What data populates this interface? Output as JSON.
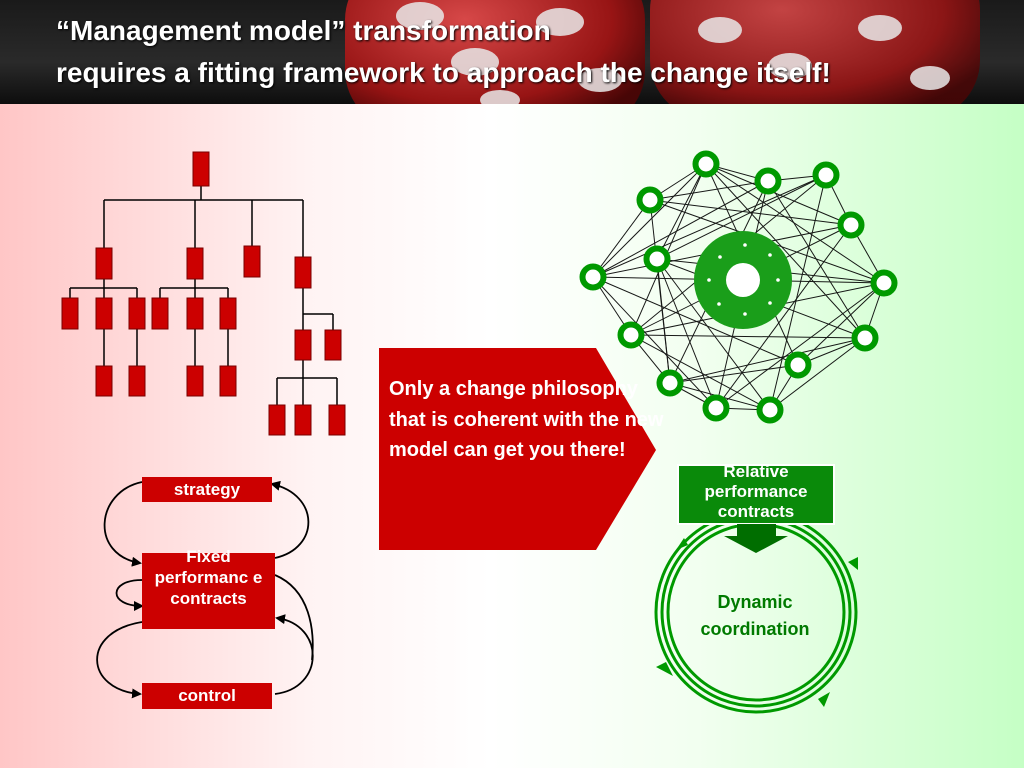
{
  "title": {
    "line1": "“Management model” transformation",
    "line2": "requires a fitting framework to approach the change itself!"
  },
  "callout": {
    "text": "Only a change philosophy that is coherent with the new model can get you there!"
  },
  "left_cycle": {
    "strategy": "strategy",
    "fixed": "Fixed performanc e contracts",
    "control": "control"
  },
  "right_cycle": {
    "relative": "Relative performance contracts",
    "dynamic": "Dynamic coordination"
  },
  "colors": {
    "red": "#cc0000",
    "green": "#009900",
    "dark_green": "#006e00"
  }
}
